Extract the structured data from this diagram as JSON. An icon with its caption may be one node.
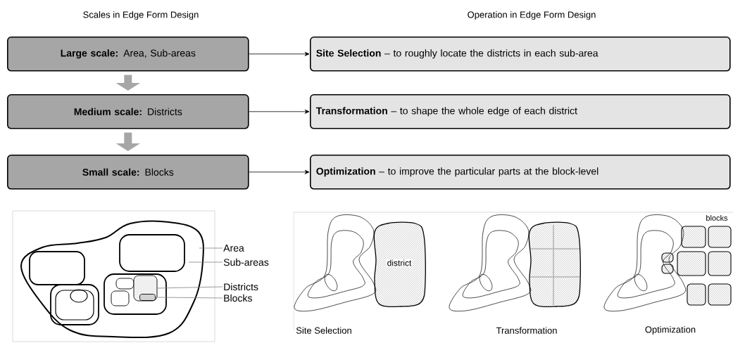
{
  "diagram": {
    "nodes": [
      {
        "text": [
          "**Large scale:** Area, Sub-areas"
        ]
      },
      {
        "text": [
          "**Site Selection** – to roughly locate the districts in each sub-area"
        ]
      },
      {
        "text": [
          "**Medium scale:** Districts"
        ]
      },
      {
        "text": [
          "**Transformation** – to shape the whole edge of each district"
        ]
      },
      {
        "text": [
          "**Small scale:** Blocks"
        ]
      },
      {
        "text": [
          "**Optimization** – to improve the particular parts at the block-level"
        ]
      },
      {
        "text": [
          "Area"
        ]
      },
      {
        "text": [
          "Sub-areas"
        ]
      },
      {
        "text": [
          "Districts"
        ]
      },
      {
        "text": [
          "Blocks"
        ]
      },
      {
        "text": [],
        "shape": "box"
      },
      {
        "text": [],
        "shape": "box",
        "in": 10
      }
    ],
    "edges": [
      {
        "from": 0,
        "to": 1,
        "arrow": "to",
        "color": "#000000"
      },
      {
        "from": 2,
        "to": 3,
        "arrow": "to",
        "color": "#000000"
      },
      {
        "from": 4,
        "to": 5,
        "arrow": "to",
        "color": "#000000"
      },
      {
        "from": 0,
        "to": 2,
        "arrow": "to",
        "style": "thick",
        "color": "#a6a6a6"
      },
      {
        "from": 2,
        "to": 4,
        "arrow": "to",
        "style": "thick",
        "color": "#a6a6a6"
      },
      {
        "from": 6,
        "to": null,
        "arrow": "none",
        "color": "#808080"
      },
      {
        "from": 7,
        "to": null,
        "arrow": "none",
        "color": "#808080"
      },
      {
        "from": 8,
        "to": 10,
        "arrow": "none",
        "color": "#808080"
      },
      {
        "from": 9,
        "to": 11,
        "arrow": "none",
        "color": "#808080"
      }
    ],
    "labels": [
      "Scales in Edge Form Design",
      "Operation in Edge Form Design",
      "district",
      "blocks",
      "Site Selection",
      "Transformation",
      "Optimization"
    ]
  }
}
